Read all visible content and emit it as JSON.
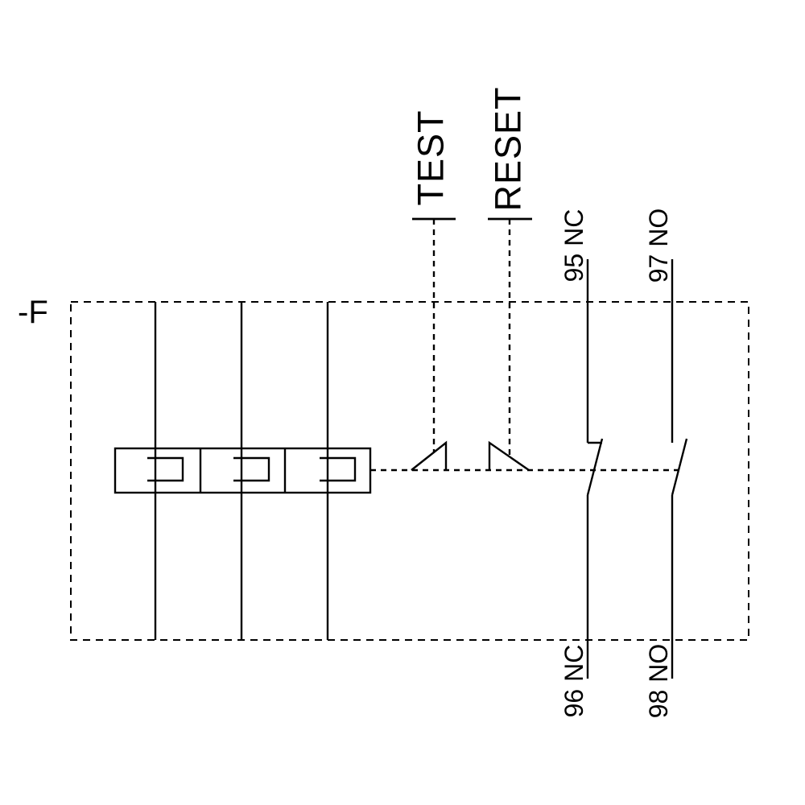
{
  "diagram": {
    "device_designation": "-F",
    "buttons": {
      "test": "TEST",
      "reset": "RESET"
    },
    "contacts": {
      "nc_top": "95 NC",
      "nc_bottom": "96 NC",
      "no_top": "97 NO",
      "no_bottom": "98 NO"
    },
    "icons": {
      "thermal_element": "thermal-overload-element",
      "test_actuator": "manual-actuator-triangle",
      "reset_actuator": "manual-actuator-triangle",
      "nc_contact": "normally-closed-contact",
      "no_contact": "normally-open-contact"
    },
    "colors": {
      "line": "#000000",
      "background": "#ffffff"
    }
  }
}
